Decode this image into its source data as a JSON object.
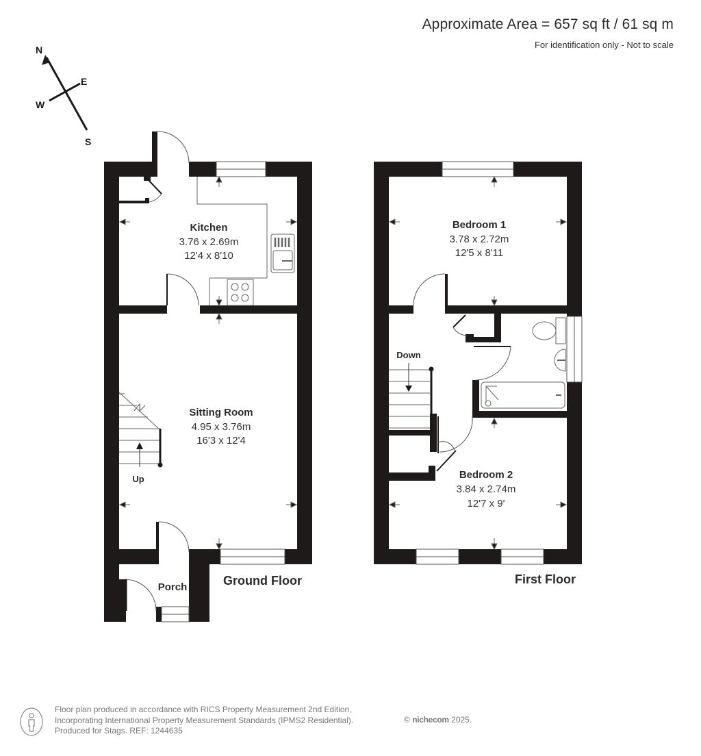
{
  "header": {
    "area": "Approximate Area = 657 sq ft / 61 sq m",
    "disclaimer": "For identification only - Not to scale"
  },
  "compass": {
    "north": "N",
    "east": "E",
    "south": "S",
    "west": "W"
  },
  "floors": {
    "ground": {
      "label": "Ground Floor",
      "rooms": {
        "kitchen": {
          "name": "Kitchen",
          "metric": "3.76 x 2.69m",
          "imperial": "12'4 x 8'10"
        },
        "sitting_room": {
          "name": "Sitting Room",
          "metric": "4.95 x 3.76m",
          "imperial": "16'3 x 12'4"
        },
        "porch": {
          "name": "Porch"
        }
      },
      "stairs_label": "Up"
    },
    "first": {
      "label": "First Floor",
      "rooms": {
        "bedroom1": {
          "name": "Bedroom 1",
          "metric": "3.78 x 2.72m",
          "imperial": "12'5 x 8'11"
        },
        "bedroom2": {
          "name": "Bedroom 2",
          "metric": "3.84 x 2.74m",
          "imperial": "12'7 x 9'"
        }
      },
      "stairs_label": "Down"
    }
  },
  "footer": {
    "line1": "Floor plan produced in accordance with RICS Property Measurement 2nd Edition,",
    "line2": "Incorporating International Property Measurement Standards (IPMS2 Residential).",
    "line3": "Produced for Stags.   REF: 1244635",
    "copyright_symbol": "©",
    "brand": "nichecom",
    "year": "2025."
  },
  "colors": {
    "wall": "#1f1a1a",
    "line": "#555555",
    "text": "#2b2b2b"
  }
}
